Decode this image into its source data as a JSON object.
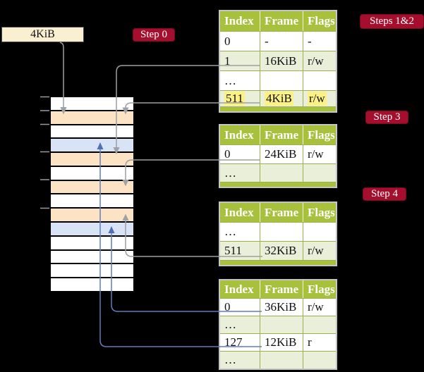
{
  "colors": {
    "background": "#000000",
    "table_header_green": "#A7C13D",
    "table_row_green": "#EAEFD9",
    "table_border_olive": "#9DB04F",
    "table_outer_gray": "#C5C5C5",
    "highlight_yellow": "#FBF187",
    "badge_red": "#A50F2D",
    "root_box_cream": "#FBEFD2",
    "frame_peach": "#FCE3C4",
    "frame_blue": "#D8E4F6",
    "gray_line": "#9C9FA3",
    "blue_line": "#5E7EBE"
  },
  "root_pointer": {
    "label": "4KiB"
  },
  "badges": [
    {
      "label": "Step 0"
    },
    {
      "label": "Steps 1&2"
    },
    {
      "label": "Step 3"
    },
    {
      "label": "Step 4"
    }
  ],
  "memory_stack": {
    "rows": [
      {
        "color": "white"
      },
      {
        "color": "peach"
      },
      {
        "color": "white"
      },
      {
        "color": "blue"
      },
      {
        "color": "peach"
      },
      {
        "color": "white"
      },
      {
        "color": "peach"
      },
      {
        "color": "white"
      },
      {
        "color": "peach"
      },
      {
        "color": "blue"
      },
      {
        "color": "white"
      },
      {
        "color": "white"
      },
      {
        "color": "white"
      },
      {
        "color": "white"
      }
    ]
  },
  "tables": [
    {
      "step_label": "Steps 1&2",
      "headers": [
        "Index",
        "Frame",
        "Flags"
      ],
      "rows": [
        {
          "cells": [
            "0",
            "-",
            "-"
          ]
        },
        {
          "cells": [
            "1",
            "16KiB",
            "r/w"
          ]
        },
        {
          "cells": [
            "…",
            "",
            ""
          ]
        },
        {
          "cells": [
            "511",
            "4KiB",
            "r/w"
          ],
          "highlighted": true
        }
      ]
    },
    {
      "step_label": "Step 3",
      "headers": [
        "Index",
        "Frame",
        "Flags"
      ],
      "rows": [
        {
          "cells": [
            "0",
            "24KiB",
            "r/w"
          ]
        },
        {
          "cells": [
            "…",
            "",
            ""
          ]
        }
      ]
    },
    {
      "step_label": "Step 4",
      "headers": [
        "Index",
        "Frame",
        "Flags"
      ],
      "rows": [
        {
          "cells": [
            "…",
            "",
            ""
          ]
        },
        {
          "cells": [
            "511",
            "32KiB",
            "r/w"
          ]
        }
      ]
    },
    {
      "step_label": "",
      "headers": [
        "Index",
        "Frame",
        "Flags"
      ],
      "rows": [
        {
          "cells": [
            "0",
            "36KiB",
            "r/w"
          ]
        },
        {
          "cells": [
            "…",
            "",
            ""
          ]
        },
        {
          "cells": [
            "127",
            "12KiB",
            "r"
          ]
        },
        {
          "cells": [
            "…",
            "",
            ""
          ]
        }
      ]
    }
  ],
  "connectors": [
    {
      "from": "root pointer 4KiB box",
      "to": "memory frame row 2 (4KiB)",
      "color": "gray"
    },
    {
      "from": "table1 index 1 (frame 16KiB)",
      "to": "memory frame row 5 (16KiB)",
      "color": "gray"
    },
    {
      "from": "table1 index 511 (frame 4KiB)",
      "to": "memory frame row 2 (4KiB)",
      "color": "gray"
    },
    {
      "from": "table2 index 0 (frame 24KiB)",
      "to": "memory frame row 7 (24KiB)",
      "color": "gray"
    },
    {
      "from": "table3 index 511 (frame 32KiB)",
      "to": "memory frame row 9 (32KiB)",
      "color": "gray"
    },
    {
      "from": "table4 index 0 (frame 36KiB)",
      "to": "memory frame row 10 (36KiB)",
      "color": "blue"
    },
    {
      "from": "table4 index 127 (frame 12KiB)",
      "to": "memory frame row 4 (12KiB)",
      "color": "blue"
    }
  ]
}
